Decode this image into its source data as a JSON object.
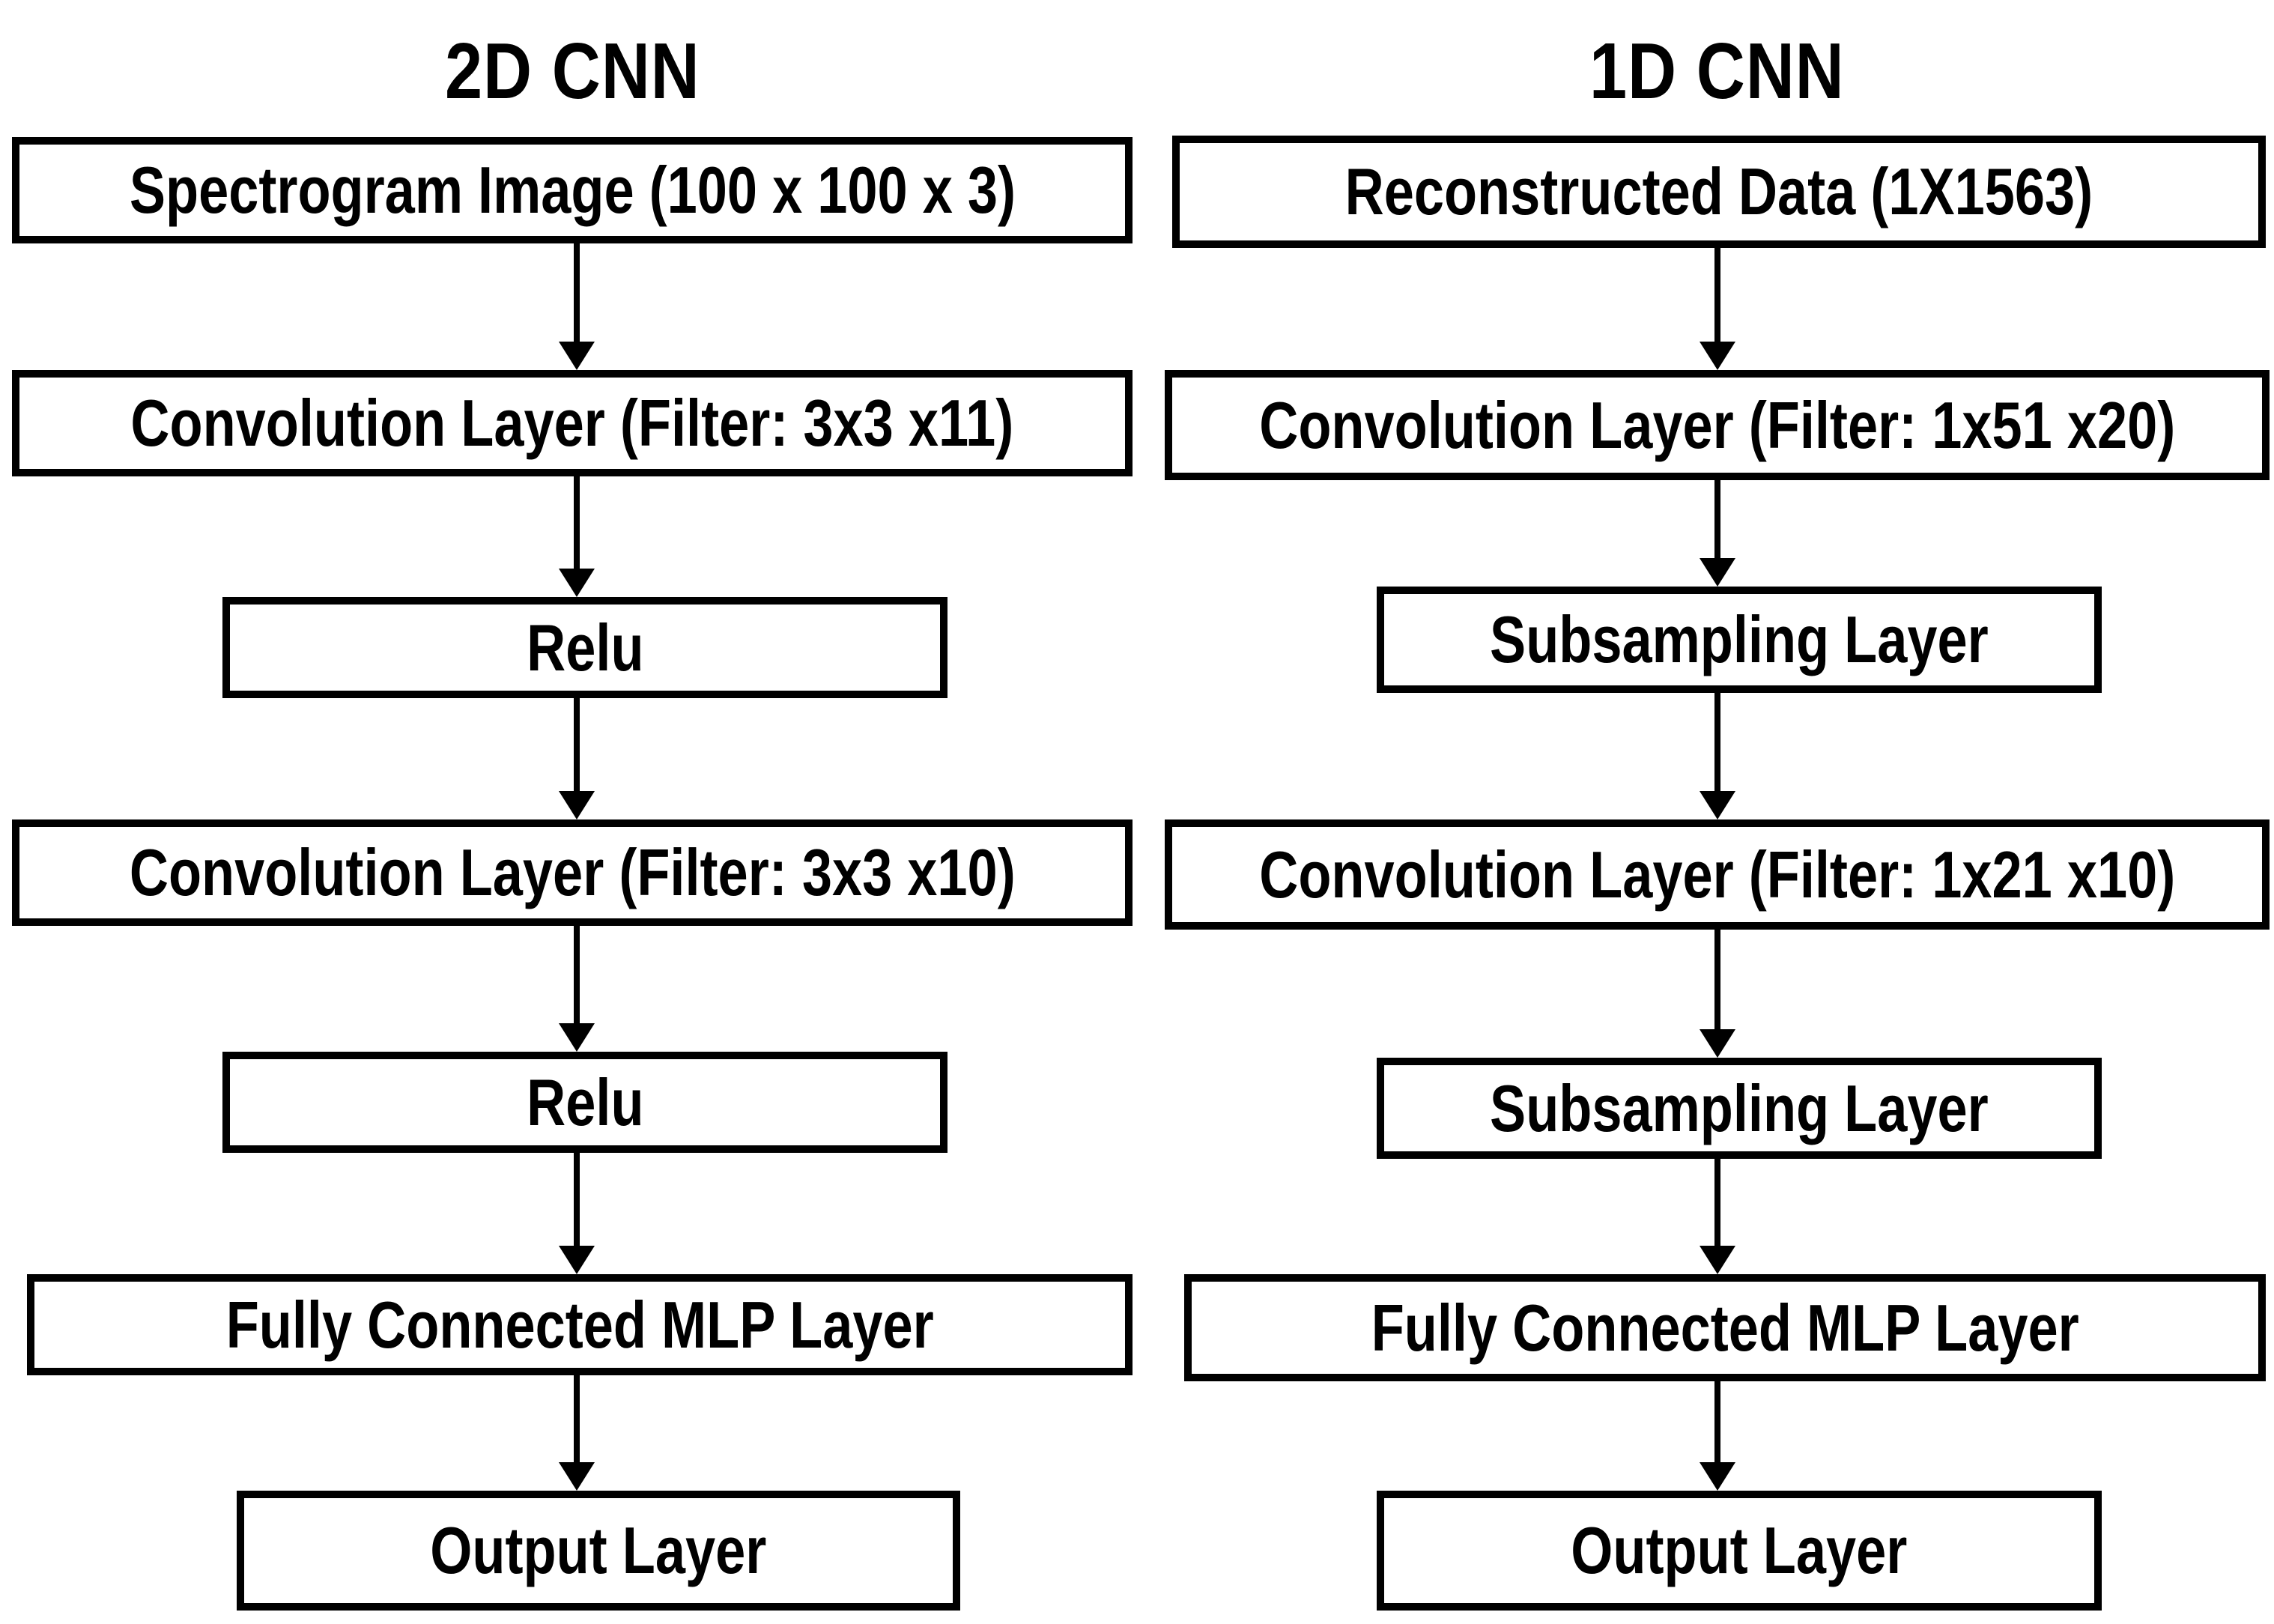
{
  "diagram": {
    "type": "flowchart",
    "description": "Side-by-side comparison of two convolutional neural network architectures",
    "colors": {
      "background": "#ffffff",
      "box_fill": "#ffffff",
      "box_border": "#000000",
      "text": "#000000"
    },
    "columns": [
      {
        "title": "2D CNN",
        "nodes": [
          {
            "label": "Spectrogram Image (100 x 100 x 3)"
          },
          {
            "label": "Convolution Layer (Filter: 3x3 x11)"
          },
          {
            "label": "Relu"
          },
          {
            "label": "Convolution Layer (Filter: 3x3 x10)"
          },
          {
            "label": "Relu"
          },
          {
            "label": "Fully Connected MLP Layer"
          },
          {
            "label": "Output Layer"
          }
        ]
      },
      {
        "title": "1D CNN",
        "nodes": [
          {
            "label": "Reconstructed Data (1X1563)"
          },
          {
            "label": "Convolution Layer (Filter: 1x51 x20)"
          },
          {
            "label": "Subsampling Layer"
          },
          {
            "label": "Convolution Layer (Filter: 1x21 x10)"
          },
          {
            "label": "Subsampling Layer"
          },
          {
            "label": "Fully Connected MLP Layer"
          },
          {
            "label": "Output Layer"
          }
        ]
      }
    ]
  }
}
